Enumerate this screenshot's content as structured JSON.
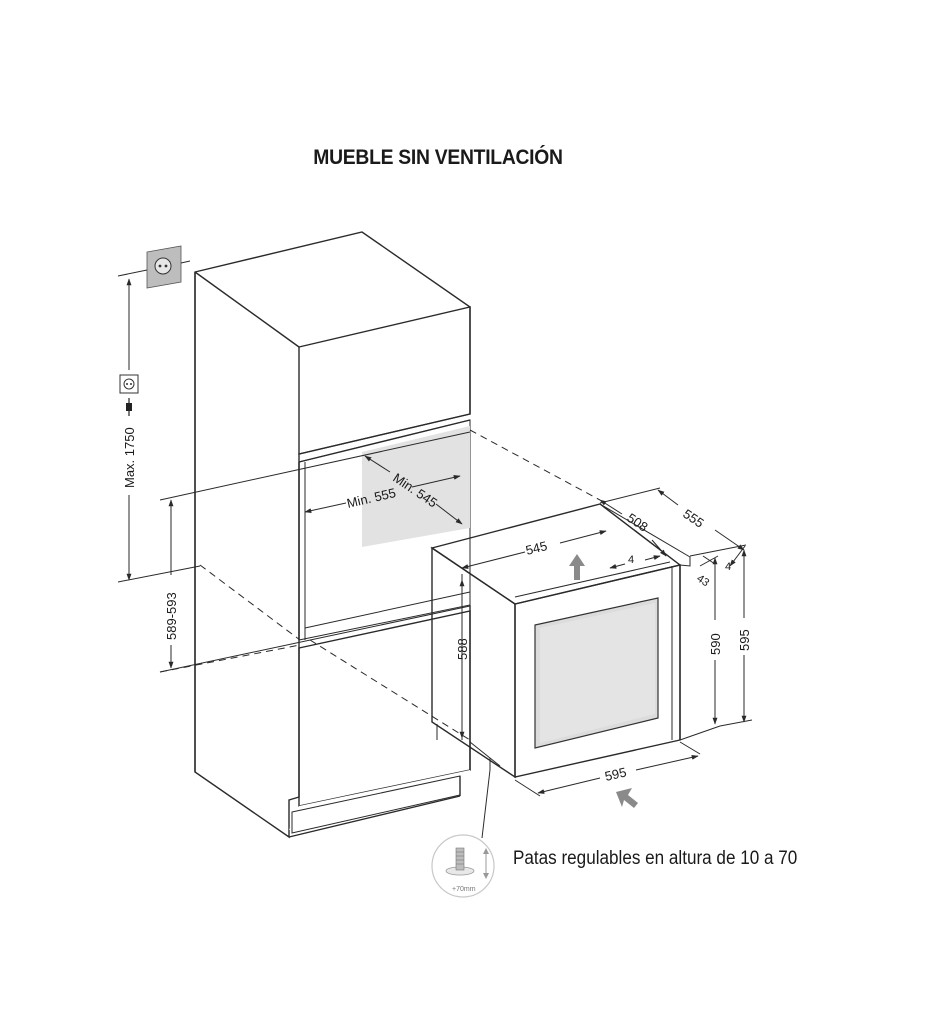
{
  "title": "MUEBLE SIN VENTILACIÓN",
  "note": "Patas regulables en altura de 10 a 70",
  "foot_badge": "+70mm",
  "dimensions": {
    "max_height": "Max. 1750",
    "niche_height": "589-593",
    "min_depth": "Min. 555",
    "min_width": "Min. 545",
    "top_width": "545",
    "depth_508": "508",
    "depth_555": "555",
    "gap_4a": "4",
    "gap_4b": "4",
    "gap_43": "43",
    "height_590": "590",
    "height_595": "595",
    "height_588": "588",
    "front_width": "595"
  },
  "colors": {
    "line": "#2a2a2a",
    "niche_fill": "#d4d4d4",
    "glass_fill": "#dcdcdc",
    "arrow": "#8a8a8a",
    "socket_bg": "#bdbdbd"
  }
}
